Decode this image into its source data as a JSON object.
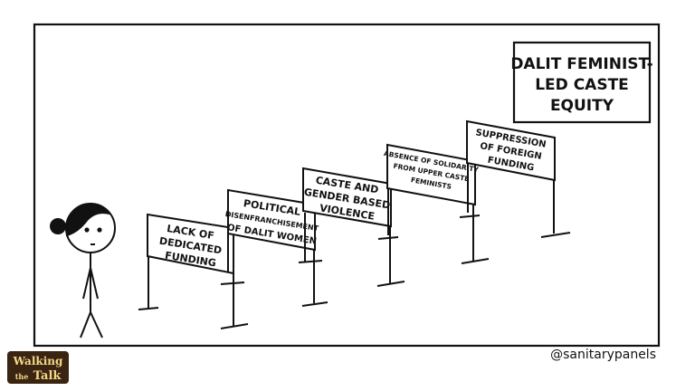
{
  "goal": {
    "lines": [
      "DALIT FEMINIST-",
      "LED CASTE",
      "EQUITY"
    ]
  },
  "hurdles": [
    {
      "lines": [
        "LACK OF",
        "DEDICATED",
        "FUNDING"
      ]
    },
    {
      "lines": [
        "POLITICAL",
        "DISENFRANCHISEMENT",
        "OF DALIT WOMEN"
      ]
    },
    {
      "lines": [
        "CASTE AND",
        "GENDER BASED",
        "VIOLENCE"
      ]
    },
    {
      "lines": [
        "ABSENCE OF SOLIDARITY",
        "FROM UPPER CASTE",
        "FEMINISTS"
      ]
    },
    {
      "lines": [
        "SUPPRESSION",
        "OF FOREIGN",
        "FUNDING"
      ]
    }
  ],
  "credit": "@sanitarypanels",
  "logo": {
    "line1": "Walking",
    "line2": "the",
    "line3": "Talk"
  },
  "colors": {
    "ink": "#111111",
    "logo_bg": "#3a2412",
    "logo_text": "#f4d98a"
  }
}
